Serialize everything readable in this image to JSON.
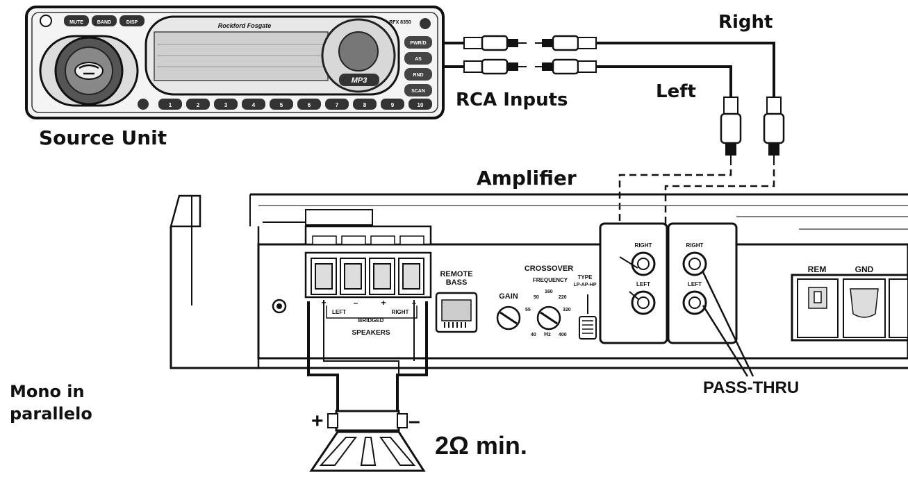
{
  "labels": {
    "source_unit": "Source Unit",
    "rca_inputs": "RCA Inputs",
    "right": "Right",
    "left": "Left",
    "amplifier": "Amplifier",
    "mono": "Mono in",
    "parallelo": "parallelo",
    "pass_thru": "PASS-THRU",
    "impedance": "2Ω min.",
    "plus": "+",
    "minus": "–"
  },
  "amp_panel": {
    "remote_bass_1": "REMOTE",
    "remote_bass_2": "BASS",
    "crossover": "CROSSOVER",
    "frequency": "FREQUENCY",
    "type_1": "TYPE",
    "type_2": "LP-AP-HP",
    "gain": "GAIN",
    "hz": "Hz",
    "f50": "50",
    "f160": "160",
    "f220": "220",
    "f55": "55",
    "f320": "320",
    "f40": "40",
    "f400": "400",
    "rca_right": "RIGHT",
    "rca_left": "LEFT",
    "pt_right": "RIGHT",
    "pt_left": "LEFT",
    "term_left": "LEFT",
    "term_right": "RIGHT",
    "bridged": "BRIDGED",
    "speakers": "SPEAKERS",
    "rem": "REM",
    "gnd": "GND",
    "t_plus1": "+",
    "t_minus1": "–",
    "t_plus2": "+",
    "t_minus2": "–"
  },
  "head_unit": {
    "brand": "Rockford Fosgate",
    "model": "RFX 8350",
    "mp3_badge": "MP3",
    "buttons": [
      "MUTE",
      "BAND",
      "DISP"
    ],
    "side_buttons": [
      "PWR/D",
      "AS",
      "RND",
      "SCAN"
    ],
    "preset_buttons": [
      "1",
      "2",
      "3",
      "4",
      "5",
      "6",
      "7",
      "8",
      "9",
      "10"
    ]
  }
}
